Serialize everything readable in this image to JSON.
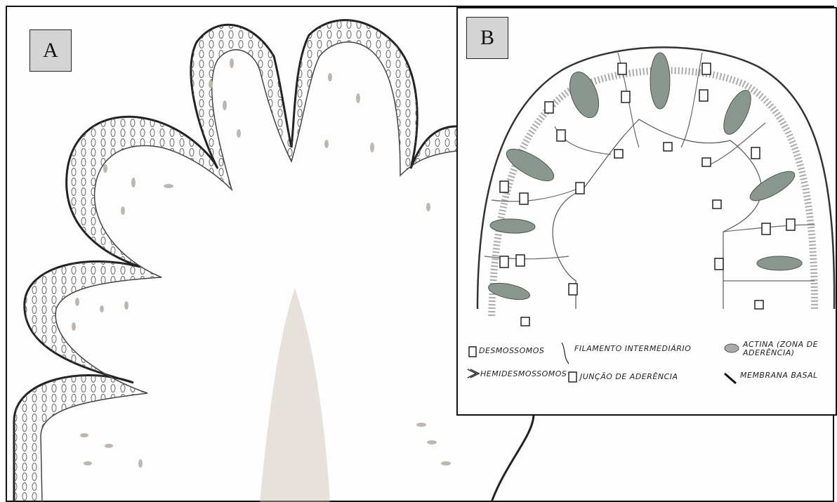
{
  "panel_a": {
    "label": "A"
  },
  "panel_b": {
    "label": "B",
    "legend": [
      {
        "symbol": "desmosome-icon",
        "text": "DESMOSSOMOS"
      },
      {
        "symbol": "filament-icon",
        "text": "FILAMENTO INTERMEDIÁRIO"
      },
      {
        "symbol": "actin-icon",
        "text": "ACTINA (ZONA DE ADERÊNCIA)"
      },
      {
        "symbol": "hemidesmosome-icon",
        "text": "HEMIDESMOSSOMOS"
      },
      {
        "symbol": "adherens-junction-icon",
        "text": "JUNÇÃO DE ADERÊNCIA"
      },
      {
        "symbol": "basal-membrane-icon",
        "text": "MEMBRANA BASAL"
      }
    ]
  },
  "colors": {
    "ink": "#333333",
    "nucleus": "#8a978f",
    "label_box": "#d4d4d4"
  }
}
